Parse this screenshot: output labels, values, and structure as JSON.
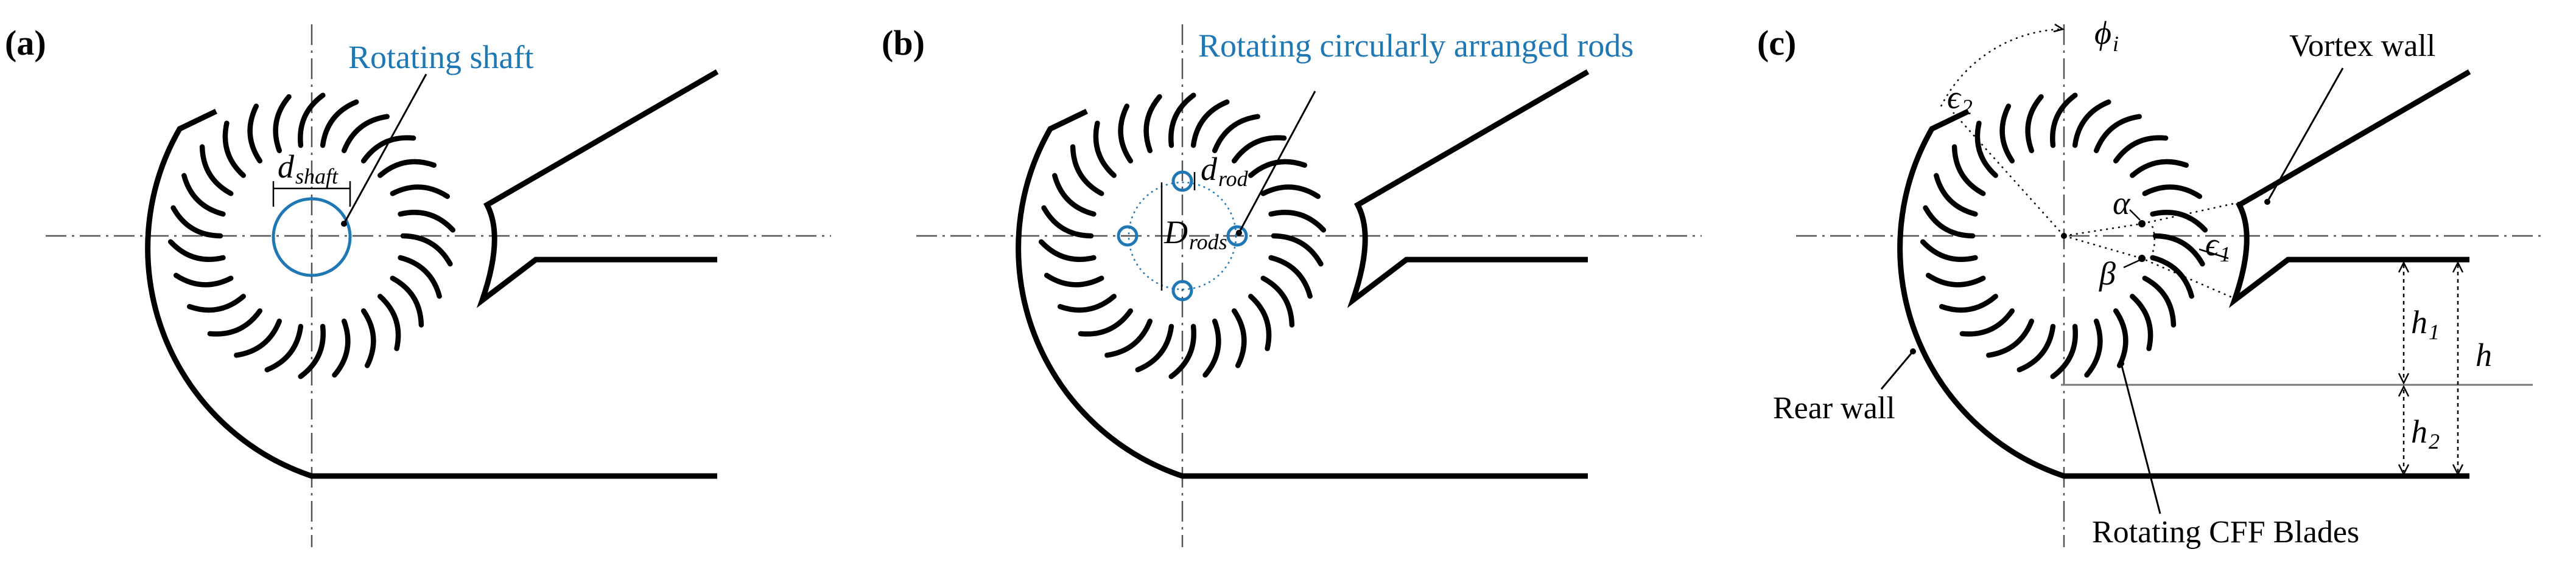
{
  "panels": [
    {
      "id": "a",
      "label": "(a)",
      "callout": "Rotating shaft",
      "symbol_main": "d",
      "symbol_sub": "shaft"
    },
    {
      "id": "b",
      "label": "(b)",
      "callout": "Rotating circularly arranged rods",
      "symbol_rod_main": "d",
      "symbol_rod_sub": "rod",
      "symbol_rods_main": "D",
      "symbol_rods_sub": "rods"
    },
    {
      "id": "c",
      "label": "(c)",
      "labels": {
        "vortex_wall": "Vortex wall",
        "rear_wall": "Rear wall",
        "blades": "Rotating CFF Blades"
      },
      "symbols": {
        "phi": "ϕ",
        "phi_sub": "i",
        "eps2": "ϵ",
        "eps2_sub": "2",
        "eps1": "ϵ",
        "eps1_sub": "1",
        "alpha": "α",
        "beta": "β",
        "h1": "h",
        "h1_sub": "1",
        "h2": "h",
        "h2_sub": "2",
        "h": "h"
      }
    }
  ],
  "colors": {
    "ink": "#000000",
    "accent_blue": "#1f77b4"
  }
}
